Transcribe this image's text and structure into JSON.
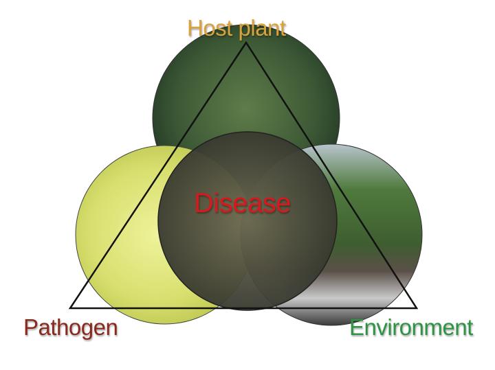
{
  "labels": {
    "host": "Host plant",
    "pathogen": "Pathogen",
    "environment": "Environment",
    "center": "Disease"
  },
  "colors": {
    "host": "#d9a23a",
    "pathogen": "#8a2a1c",
    "environment": "#2e9444",
    "center": "#d8181c"
  }
}
